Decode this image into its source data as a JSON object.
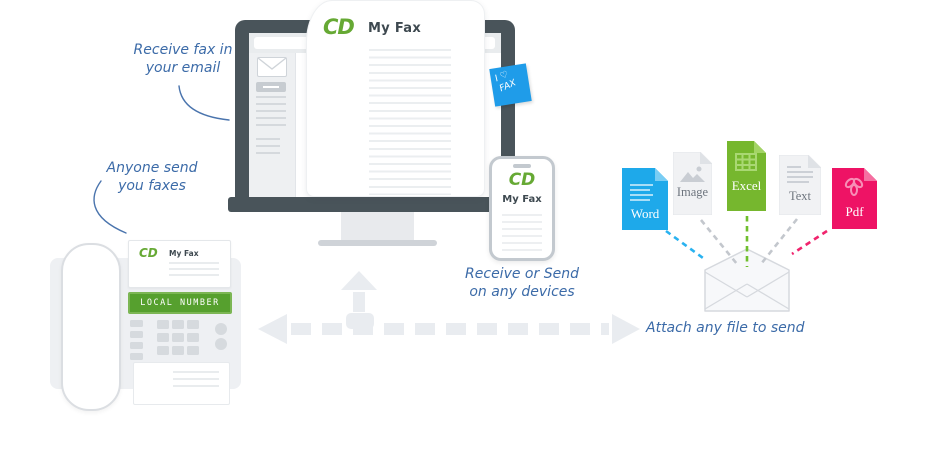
{
  "brand": {
    "logo": "CD",
    "name": "My Fax",
    "logo_color": "#66a934",
    "title_color": "#3e4950"
  },
  "annotations": {
    "color": "#3c6ba8",
    "receive_fax": {
      "line1": "Receive fax in",
      "line2": "your email"
    },
    "anyone_send": {
      "line1": "Anyone send",
      "line2": "you faxes"
    },
    "devices": {
      "line1": "Receive or Send",
      "line2": "on any devices"
    },
    "attach": "Attach any file to send"
  },
  "monitor": {
    "paper_logo": "CD",
    "paper_title": "My Fax"
  },
  "sticky_note": {
    "line1": "I ♡",
    "line2": "FAX",
    "bg": "#1f9ce9"
  },
  "phone": {
    "logo": "CD",
    "title": "My Fax"
  },
  "fax_machine": {
    "paper_logo": "CD",
    "paper_title": "My Fax",
    "display_text": "LOCAL NUMBER",
    "display_bg": "#56a02e"
  },
  "files": [
    {
      "label": "Word",
      "bg": "#1ea9ea",
      "connector_color": "#29b2f0"
    },
    {
      "label": "Image",
      "bg": "#f1f2f4",
      "connector_color": "#c3c7cd"
    },
    {
      "label": "Excel",
      "bg": "#76b72e",
      "connector_color": "#6fbe2e"
    },
    {
      "label": "Text",
      "bg": "#f1f2f4",
      "connector_color": "#c3c7cd"
    },
    {
      "label": "Pdf",
      "bg": "#ee1365",
      "connector_color": "#f0246d"
    }
  ],
  "icons": {
    "sidebar_mail": "envelope-icon",
    "sticky_heart": "heart-icon",
    "image_glyph": "mountain-photo-icon",
    "excel_glyph": "spreadsheet-grid-icon",
    "text_glyph": "text-lines-icon",
    "word_glyph": "text-lines-icon",
    "pdf_glyph": "adobe-pdf-icon",
    "envelope": "open-envelope-icon",
    "arrows": "dashed-flow-arrows"
  },
  "arrow_color": "#e9ecf0"
}
